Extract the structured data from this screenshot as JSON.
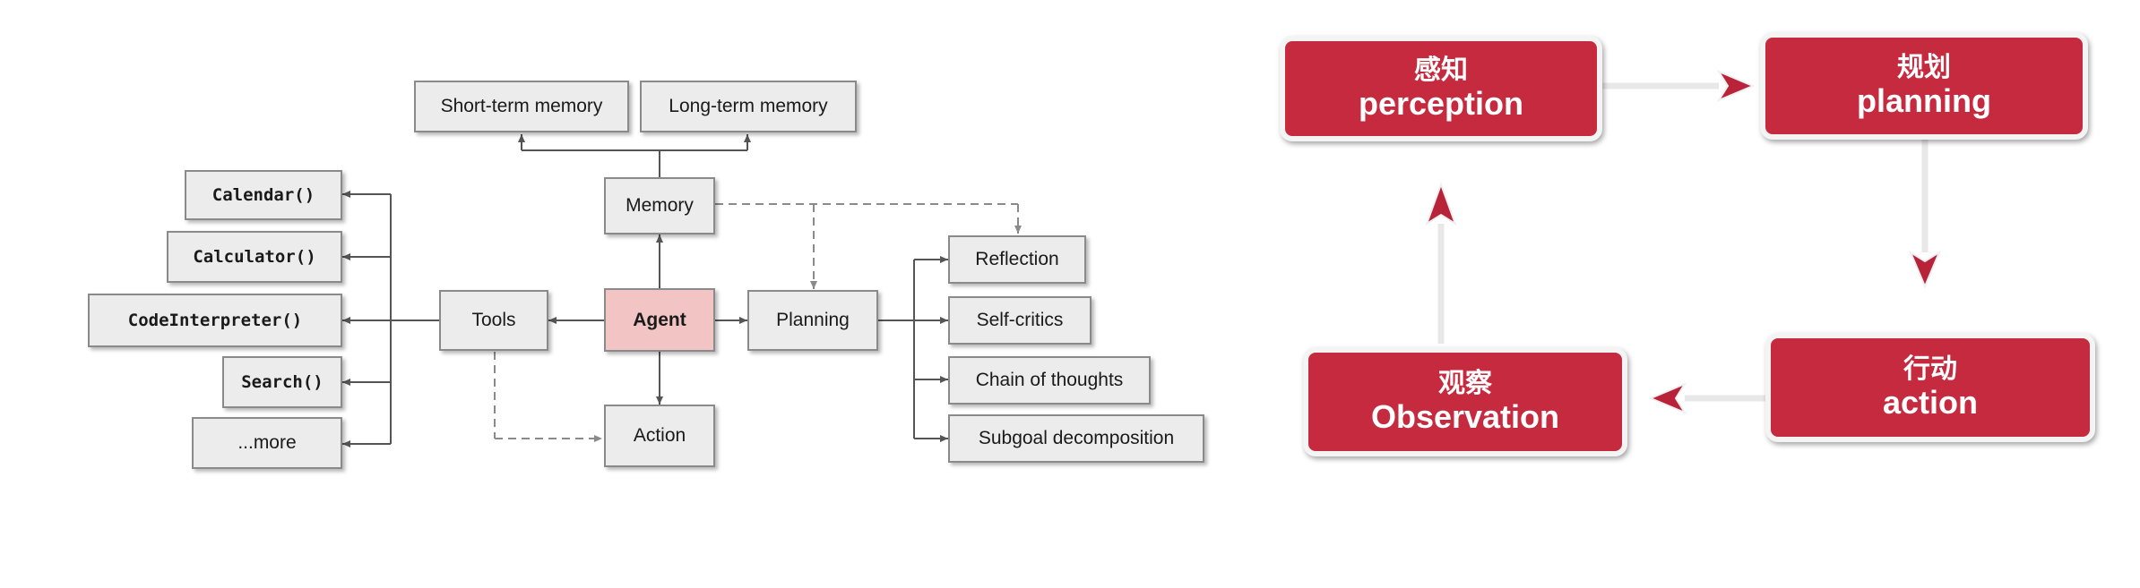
{
  "left_diagram": {
    "memory_types": [
      "Short-term memory",
      "Long-term memory"
    ],
    "memory": "Memory",
    "agent": "Agent",
    "tools": "Tools",
    "planning": "Planning",
    "action": "Action",
    "tool_items": [
      "Calendar()",
      "Calculator()",
      "CodeInterpreter()",
      "Search()",
      "...more"
    ],
    "planning_items": [
      "Reflection",
      "Self-critics",
      "Chain of thoughts",
      "Subgoal decomposition"
    ]
  },
  "right_diagram": {
    "perception": {
      "zh": "感知",
      "en": "perception"
    },
    "planning": {
      "zh": "规划",
      "en": "planning"
    },
    "action": {
      "zh": "行动",
      "en": "action"
    },
    "observation": {
      "zh": "观察",
      "en": "Observation"
    },
    "colors": {
      "box": "#c62a3f",
      "arrow_head": "#b8233a",
      "arrow_line": "#e6e6e6"
    }
  }
}
